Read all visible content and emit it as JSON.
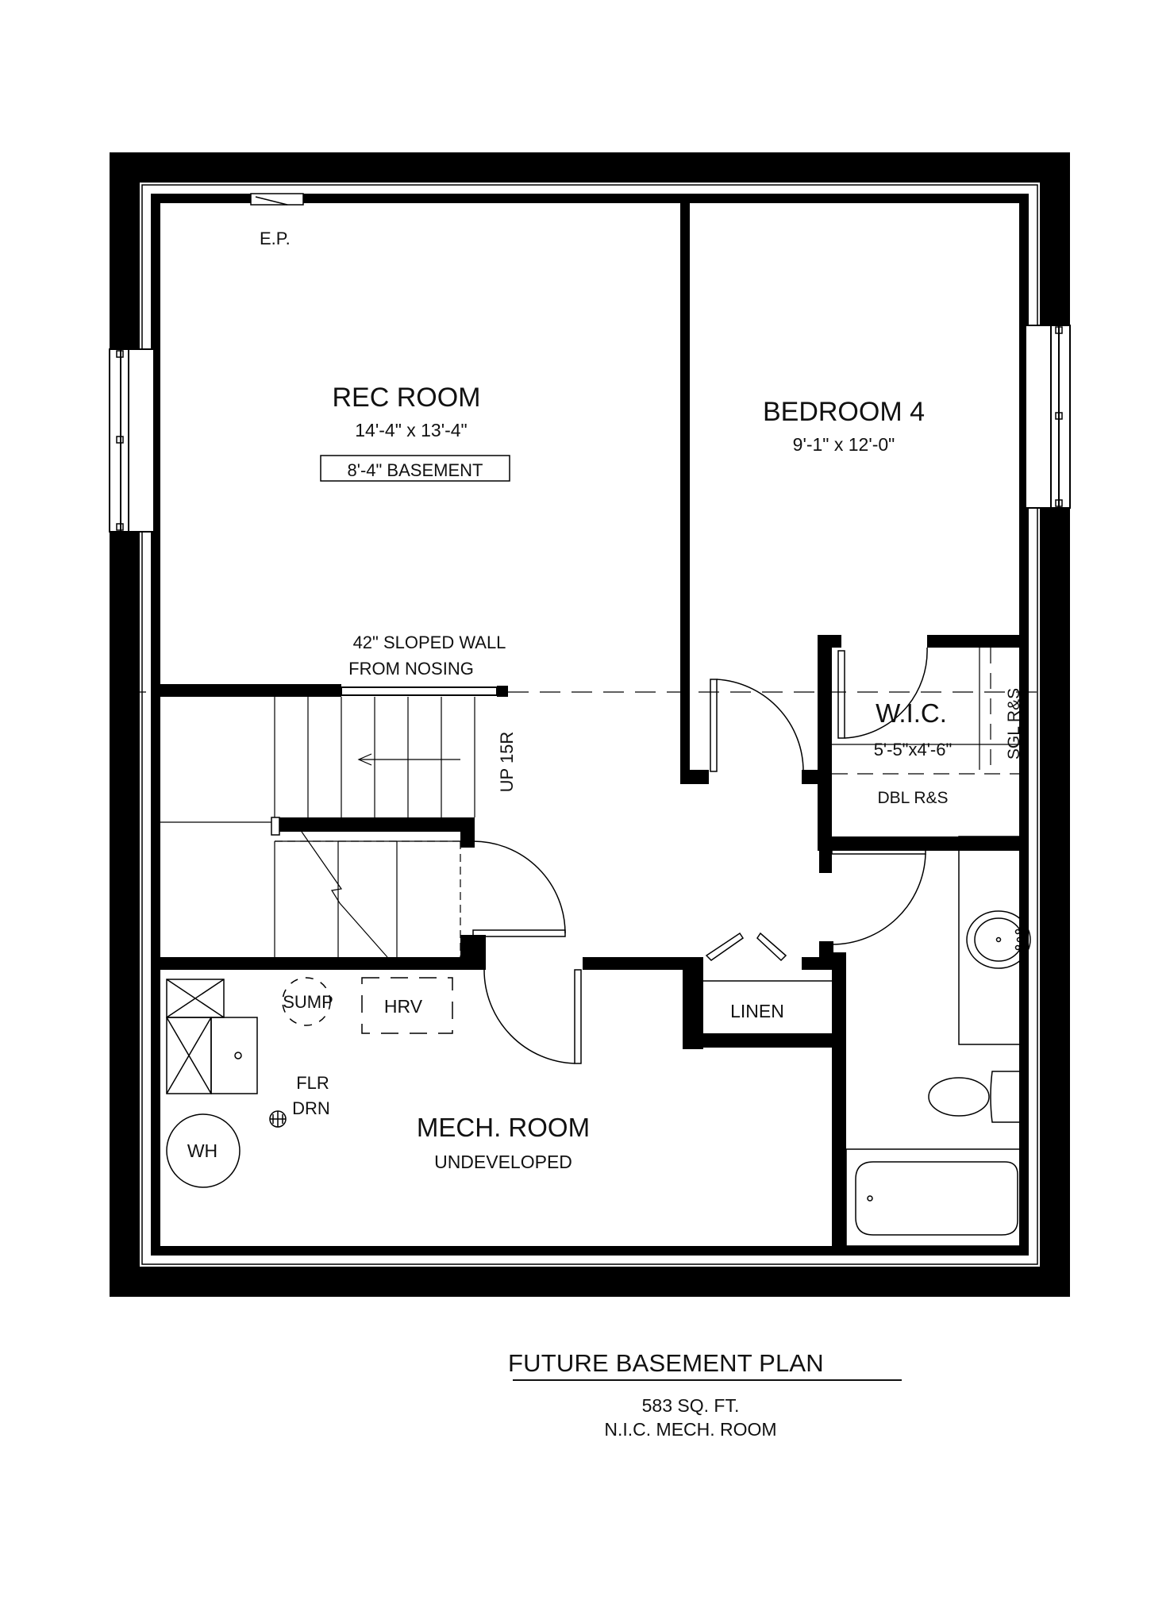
{
  "rooms": {
    "rec_room": {
      "name": "REC ROOM",
      "dims": "14'-4\" x 13'-4\"",
      "ceiling_note": "8'-4\" BASEMENT"
    },
    "bedroom_4": {
      "name": "BEDROOM 4",
      "dims": "9'-1\" x 12'-0\""
    },
    "wic": {
      "name": "W.I.C.",
      "dims": "5'-5\"x4'-6\"",
      "shelf_single": "SGL R&S",
      "shelf_double": "DBL R&S"
    },
    "mech_room": {
      "name": "MECH. ROOM",
      "status": "UNDEVELOPED"
    },
    "linen": {
      "name": "LINEN"
    }
  },
  "labels": {
    "electrical_panel": "E.P.",
    "sloped_wall_line1": "42\" SLOPED WALL",
    "sloped_wall_line2": "FROM NOSING",
    "stairs": "UP 15R",
    "sump": "SUMP",
    "hrv": "HRV",
    "floor_drain_line1": "FLR",
    "floor_drain_line2": "DRN",
    "water_heater": "WH"
  },
  "caption": {
    "title": "FUTURE BASEMENT PLAN",
    "area": "583 SQ. FT.",
    "note": "N.I.C. MECH. ROOM"
  }
}
